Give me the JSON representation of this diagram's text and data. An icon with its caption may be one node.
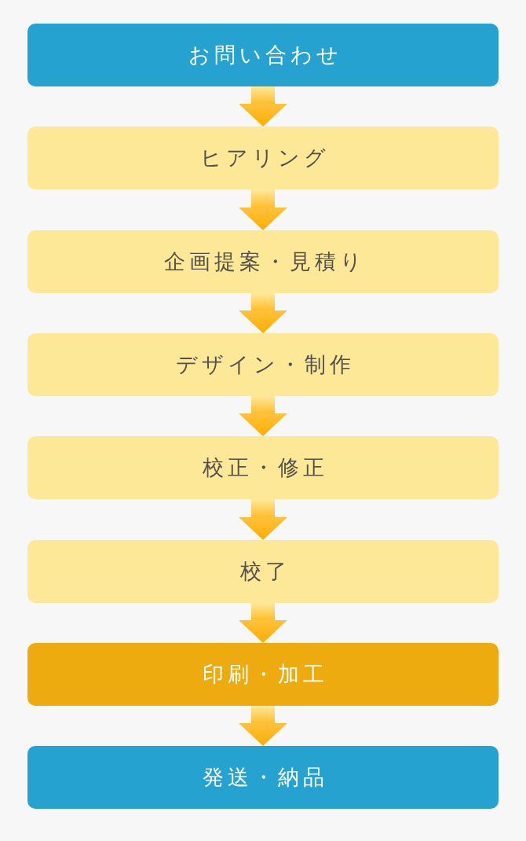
{
  "diagram": {
    "nodes": [
      {
        "text": [
          "お問い合わせ"
        ]
      },
      {
        "text": [
          "ヒアリング"
        ]
      },
      {
        "text": [
          "企画提案・見積り"
        ]
      },
      {
        "text": [
          "デザイン・制作"
        ]
      },
      {
        "text": [
          "校正・修正"
        ]
      },
      {
        "text": [
          "校了"
        ]
      },
      {
        "text": [
          "印刷・加工"
        ]
      },
      {
        "text": [
          "発送・納品"
        ]
      }
    ],
    "edges": [
      {
        "from": 0,
        "to": 1,
        "arrow": "to"
      },
      {
        "from": 1,
        "to": 2,
        "arrow": "to"
      },
      {
        "from": 2,
        "to": 3,
        "arrow": "to"
      },
      {
        "from": 3,
        "to": 4,
        "arrow": "to"
      },
      {
        "from": 4,
        "to": 5,
        "arrow": "to"
      },
      {
        "from": 5,
        "to": 6,
        "arrow": "to"
      },
      {
        "from": 6,
        "to": 7,
        "arrow": "to"
      }
    ]
  }
}
